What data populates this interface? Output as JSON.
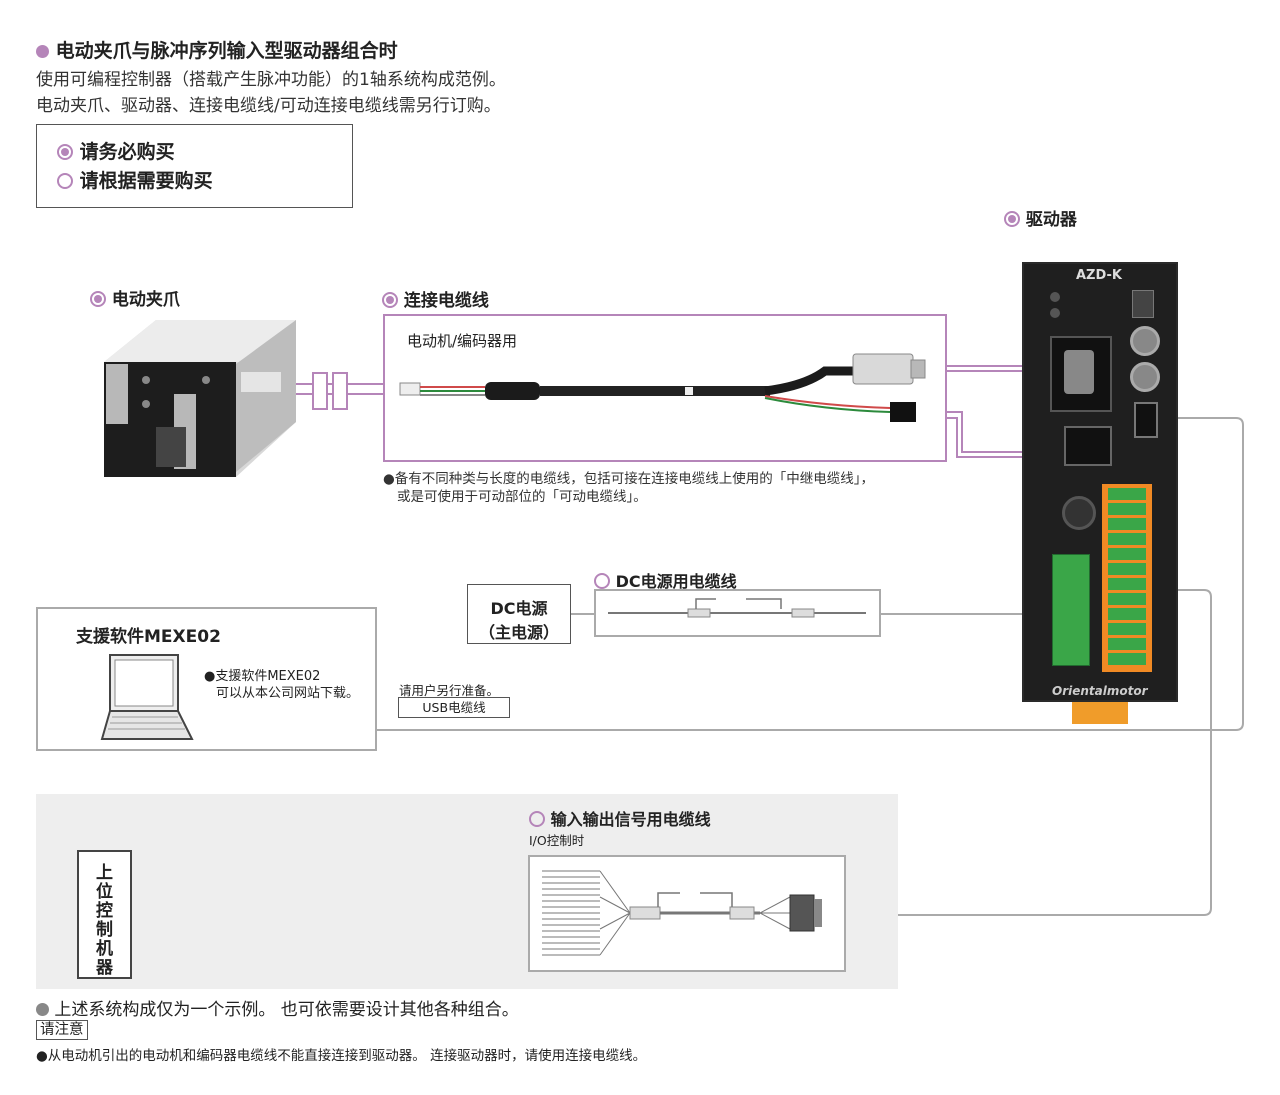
{
  "header": {
    "title": "电动夹爪与脉冲序列输入型驱动器组合时",
    "line1": "使用可编程控制器（搭载产生脉冲功能）的1轴系统构成范例。",
    "line2": "电动夹爪、驱动器、连接电缆线/可动连接电缆线需另行订购。"
  },
  "legend": {
    "required": "请务必购买",
    "optional": "请根据需要购买"
  },
  "gripper": {
    "label": "电动夹爪"
  },
  "driver": {
    "label": "驱动器",
    "model": "AZD-K",
    "brand": "Orientalmotor"
  },
  "cable": {
    "label": "连接电缆线",
    "sub": "电动机/编码器用",
    "note1": "●备有不同种类与长度的电缆线，包括可接在连接电缆线上使用的「中继电缆线」，",
    "note2": "或是可使用于可动部位的「可动电缆线」。"
  },
  "power": {
    "cable_label": "DC电源用电缆线",
    "supply_line1": "DC电源",
    "supply_line2": "（主电源）"
  },
  "software": {
    "title": "支援软件MEXE02",
    "note_line1": "●支援软件MEXE02",
    "note_line2": "可以从本公司网站下载。",
    "user_prep": "请用户另行准备。",
    "usb_label": "USB电缆线"
  },
  "io": {
    "label": "输入输出信号用电缆线",
    "sub": "I/O控制时",
    "host": "上位控制机器"
  },
  "footer": {
    "note": "上述系统构成仅为一个示例。 也可依需要设计其他各种组合。",
    "caution_label": "请注意",
    "caution_text": "●从电动机引出的电动机和编码器电缆线不能直接连接到驱动器。 连接驱动器时，请使用连接电缆线。"
  },
  "colors": {
    "accent": "#b585b9",
    "line": "#999999",
    "terminal": "#3aa648",
    "header_green": "#2f9a45"
  }
}
